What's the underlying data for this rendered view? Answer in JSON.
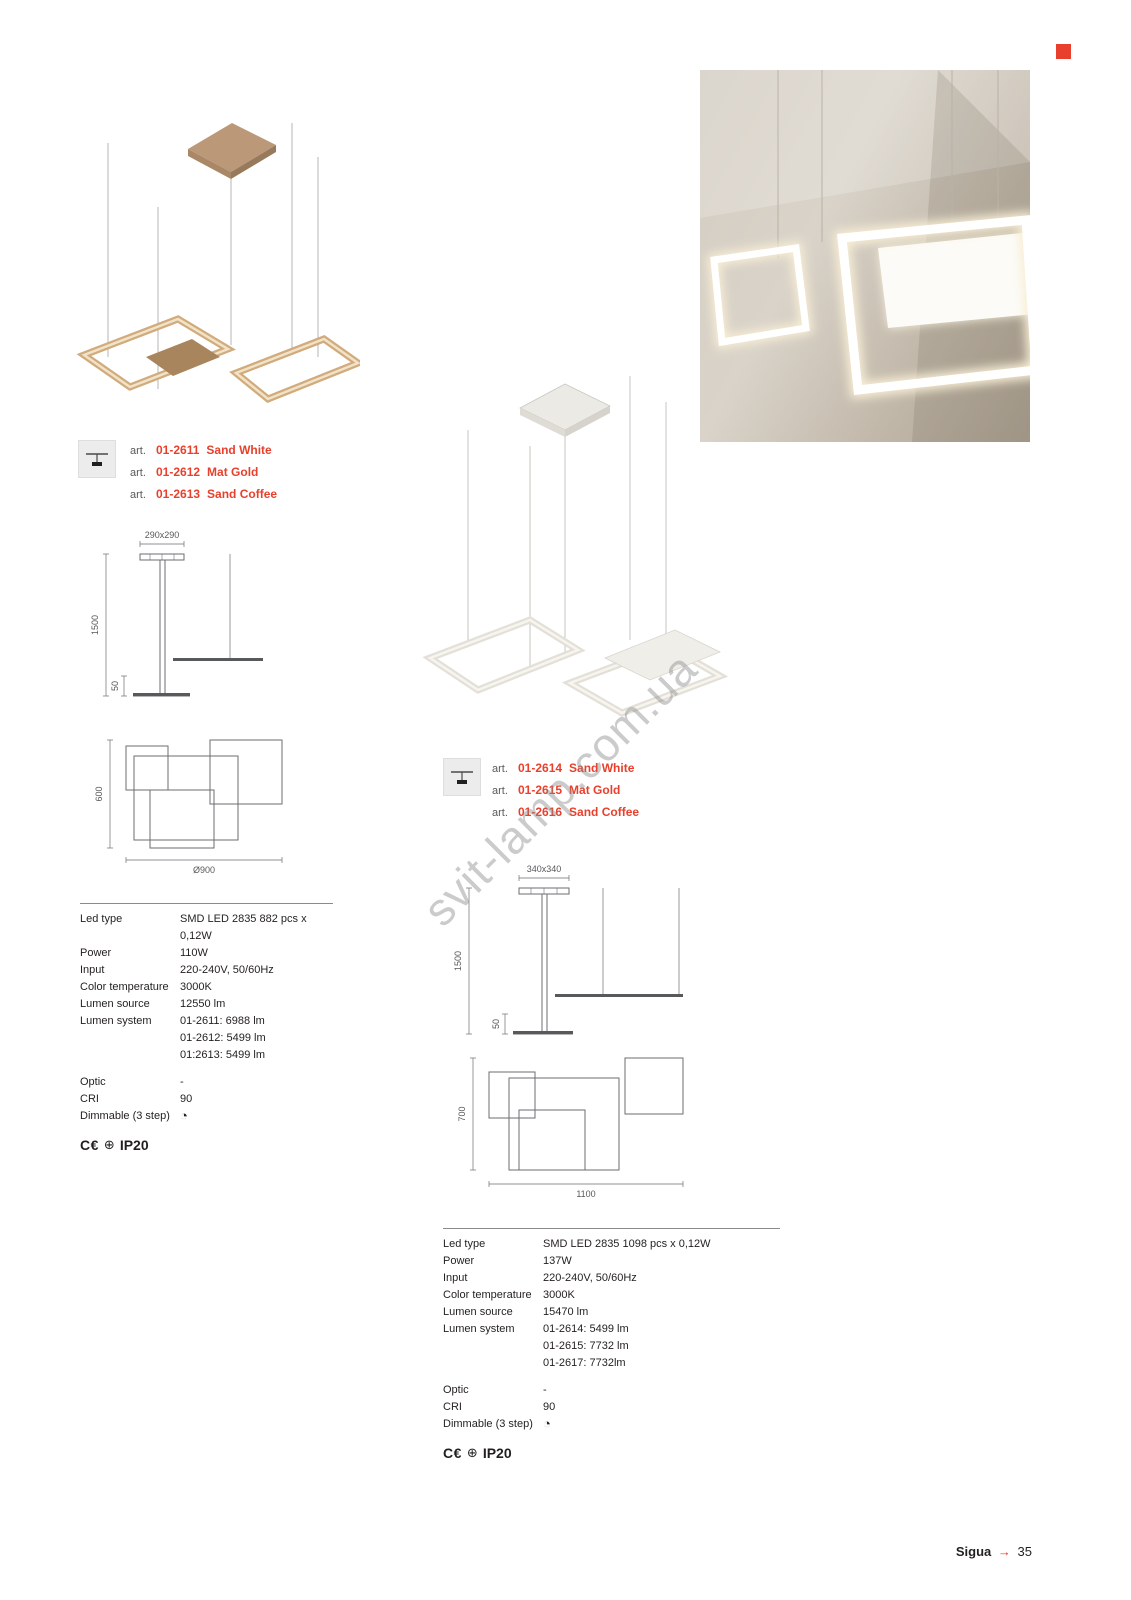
{
  "page": {
    "watermark": "svit-lamp.com.ua",
    "footer": {
      "brand": "Sigua",
      "arrow": "→",
      "page_number": "35"
    }
  },
  "icons": {
    "dimmer": "◔",
    "cert_circle": "⊕"
  },
  "product1": {
    "articles": [
      {
        "prefix": "art.",
        "code": "01-2611",
        "finish": "Sand White"
      },
      {
        "prefix": "art.",
        "code": "01-2612",
        "finish": "Mat Gold"
      },
      {
        "prefix": "art.",
        "code": "01-2613",
        "finish": "Sand Coffee"
      }
    ],
    "dimensions": {
      "canopy": "290x290",
      "suspension": "1500",
      "profile": "50",
      "plan_depth": "600",
      "plan_width": "Ø900"
    },
    "specs": [
      {
        "label": "Led type",
        "value": "SMD LED 2835 882 pcs x 0,12W"
      },
      {
        "label": "Power",
        "value": "110W"
      },
      {
        "label": "Input",
        "value": "220-240V, 50/60Hz"
      },
      {
        "label": "Color temperature",
        "value": "3000K"
      },
      {
        "label": "Lumen source",
        "value": "12550 lm"
      },
      {
        "label": "Lumen system",
        "value": "01-2611: 6988 lm"
      },
      {
        "label": "",
        "value": "01-2612: 5499 lm"
      },
      {
        "label": "",
        "value": "01:2613: 5499 lm"
      },
      {
        "label": "Optic",
        "value": "-"
      },
      {
        "label": "CRI",
        "value": "90"
      },
      {
        "label": "Dimmable (3 step)",
        "value": ""
      }
    ],
    "certification": {
      "ce": "C€",
      "ip": "IP20"
    }
  },
  "product2": {
    "articles": [
      {
        "prefix": "art.",
        "code": "01-2614",
        "finish": "Sand White"
      },
      {
        "prefix": "art.",
        "code": "01-2615",
        "finish": "Mat Gold"
      },
      {
        "prefix": "art.",
        "code": "01-2616",
        "finish": "Sand Coffee"
      }
    ],
    "dimensions": {
      "canopy": "340x340",
      "suspension": "1500",
      "profile": "50",
      "plan_depth": "700",
      "plan_width": "1100"
    },
    "specs": [
      {
        "label": "Led type",
        "value": "SMD LED 2835 1098 pcs x 0,12W"
      },
      {
        "label": "Power",
        "value": "137W"
      },
      {
        "label": "Input",
        "value": "220-240V, 50/60Hz"
      },
      {
        "label": "Color temperature",
        "value": "3000K"
      },
      {
        "label": "Lumen source",
        "value": "15470 lm"
      },
      {
        "label": "Lumen system",
        "value": "01-2614: 5499 lm"
      },
      {
        "label": "",
        "value": "01-2615: 7732 lm"
      },
      {
        "label": "",
        "value": "01-2617: 7732lm"
      },
      {
        "label": "Optic",
        "value": "-"
      },
      {
        "label": "CRI",
        "value": "90"
      },
      {
        "label": "Dimmable (3 step)",
        "value": ""
      }
    ],
    "certification": {
      "ce": "C€",
      "ip": "IP20"
    }
  }
}
